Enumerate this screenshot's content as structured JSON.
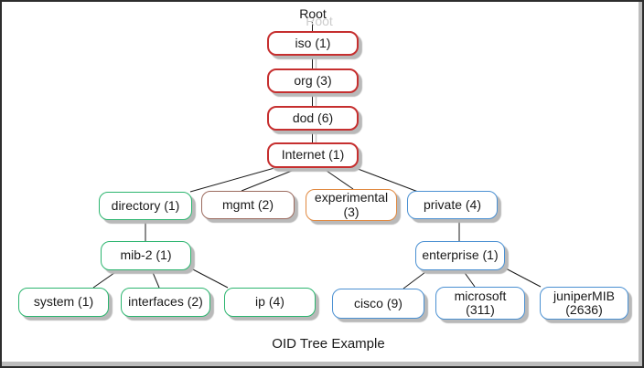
{
  "diagram": {
    "root_label": "Root",
    "root_ghost_label": "Root",
    "caption": "OID Tree Example"
  },
  "colors": {
    "chain_red": "#c62f2f",
    "brown": "#9c6b5f",
    "green": "#2cb56f",
    "orange": "#e0883f",
    "blue": "#4a90d2",
    "box_shadow_gray": "#b9b9b9",
    "connector_line": "#1a1a1a",
    "ghost_text": "#cccccc",
    "frame": "#2d2d2d"
  },
  "nodes": {
    "iso": {
      "label": "iso (1)",
      "color": "#c62f2f"
    },
    "org": {
      "label": "org (3)",
      "color": "#c62f2f"
    },
    "dod": {
      "label": "dod (6)",
      "color": "#c62f2f"
    },
    "internet": {
      "label": "Internet (1)",
      "color": "#c62f2f"
    },
    "directory": {
      "label": "directory (1)",
      "color": "#2cb56f"
    },
    "mgmt": {
      "label": "mgmt (2)",
      "color": "#9c6b5f"
    },
    "experimental": {
      "label": "experimental (3)",
      "color": "#e0883f"
    },
    "private": {
      "label": "private (4)",
      "color": "#4a90d2"
    },
    "mib2": {
      "label": "mib-2 (1)",
      "color": "#2cb56f"
    },
    "enterprise": {
      "label": "enterprise (1)",
      "color": "#4a90d2"
    },
    "system": {
      "label": "system (1)",
      "color": "#2cb56f"
    },
    "interfaces": {
      "label": "interfaces (2)",
      "color": "#2cb56f"
    },
    "ip": {
      "label": "ip (4)",
      "color": "#2cb56f"
    },
    "cisco": {
      "label": "cisco (9)",
      "color": "#4a90d2"
    },
    "microsoft": {
      "label": "microsoft (311)",
      "color": "#4a90d2"
    },
    "junipermib": {
      "label": "juniperMIB (2636)",
      "color": "#4a90d2"
    }
  },
  "edges": [
    [
      "Root",
      "iso"
    ],
    [
      "iso",
      "org"
    ],
    [
      "org",
      "dod"
    ],
    [
      "dod",
      "Internet"
    ],
    [
      "Internet",
      "directory"
    ],
    [
      "Internet",
      "mgmt"
    ],
    [
      "Internet",
      "experimental"
    ],
    [
      "Internet",
      "private"
    ],
    [
      "directory",
      "mib-2"
    ],
    [
      "mib-2",
      "system"
    ],
    [
      "mib-2",
      "interfaces"
    ],
    [
      "mib-2",
      "ip"
    ],
    [
      "private",
      "enterprise"
    ],
    [
      "enterprise",
      "cisco"
    ],
    [
      "enterprise",
      "microsoft"
    ],
    [
      "enterprise",
      "juniperMIB"
    ]
  ]
}
